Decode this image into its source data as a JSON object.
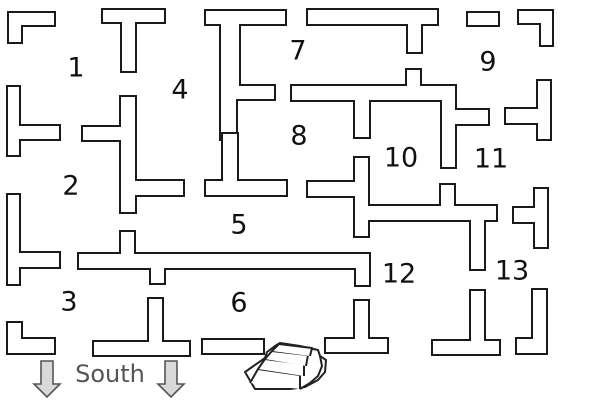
{
  "rooms": [
    {
      "id": "room-1",
      "label": "1"
    },
    {
      "id": "room-2",
      "label": "2"
    },
    {
      "id": "room-3",
      "label": "3"
    },
    {
      "id": "room-4",
      "label": "4"
    },
    {
      "id": "room-5",
      "label": "5"
    },
    {
      "id": "room-6",
      "label": "6"
    },
    {
      "id": "room-7",
      "label": "7"
    },
    {
      "id": "room-8",
      "label": "8"
    },
    {
      "id": "room-9",
      "label": "9"
    },
    {
      "id": "room-10",
      "label": "10"
    },
    {
      "id": "room-11",
      "label": "11"
    },
    {
      "id": "room-12",
      "label": "12"
    },
    {
      "id": "room-13",
      "label": "13"
    }
  ],
  "exit": {
    "label": "South",
    "direction_icon": "down-arrow-icon"
  },
  "entrance": {
    "icon": "stairs-icon"
  },
  "colors": {
    "wall_stroke": "#1a1a1a",
    "wall_fill": "#ffffff",
    "arrow_fill": "#d9d9d9",
    "background": "#ffffff"
  }
}
